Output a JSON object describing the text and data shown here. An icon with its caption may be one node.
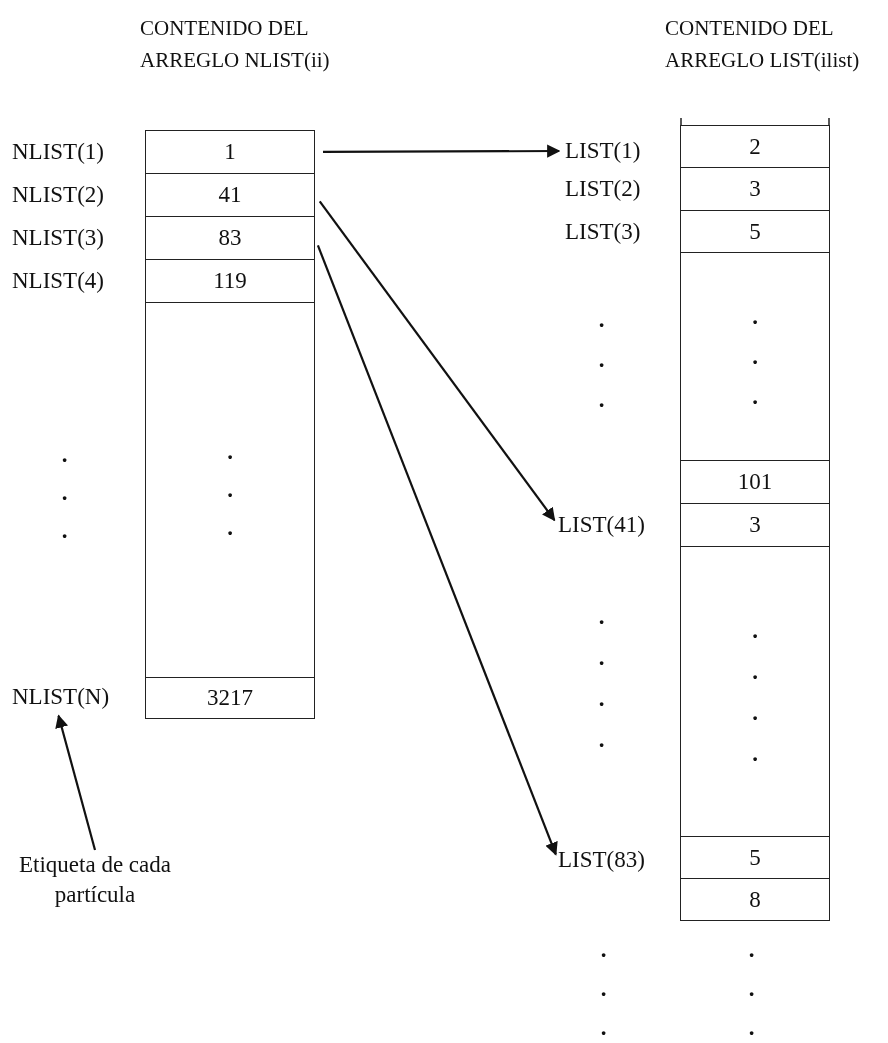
{
  "diagram": {
    "nodes": [
      {
        "text": [
          "1"
        ]
      },
      {
        "text": [
          "41"
        ]
      },
      {
        "text": [
          "83"
        ]
      },
      {
        "text": [
          "119"
        ]
      },
      {
        "text": [
          ". . ."
        ]
      },
      {
        "text": [
          "3217"
        ]
      },
      {
        "text": [
          "NLIST(N)"
        ]
      },
      {
        "text": [
          "Etiqueta de cada partícula"
        ]
      },
      {
        "text": [
          "LIST(1)"
        ]
      },
      {
        "text": [
          "LIST(41)"
        ]
      },
      {
        "text": [
          "LIST(83)"
        ]
      },
      {
        "text": [
          "2"
        ]
      },
      {
        "text": [
          "3"
        ]
      },
      {
        "text": [
          "5"
        ]
      },
      {
        "text": [
          ". . ."
        ]
      },
      {
        "text": [
          "101"
        ]
      },
      {
        "text": [
          "3"
        ]
      },
      {
        "text": [
          ". . . ."
        ]
      },
      {
        "text": [
          "5"
        ]
      },
      {
        "text": [
          "8"
        ]
      }
    ],
    "edges": [
      {
        "from": 0,
        "to": 8,
        "arrow": "to"
      },
      {
        "from": 1,
        "to": 9,
        "arrow": "to"
      },
      {
        "from": 2,
        "to": 10,
        "arrow": "to"
      },
      {
        "from": 7,
        "to": 6,
        "arrow": "to"
      }
    ],
    "labels": [
      "CONTENIDO DEL ARREGLO NLIST(ii)",
      "CONTENIDO DEL ARREGLO LIST(ilist)",
      "NLIST(1)",
      "NLIST(2)",
      "NLIST(3)",
      "NLIST(4)",
      "LIST(2)",
      "LIST(3)",
      ". . .",
      ". . .",
      ". . . .",
      ". . .",
      ". . ."
    ]
  }
}
